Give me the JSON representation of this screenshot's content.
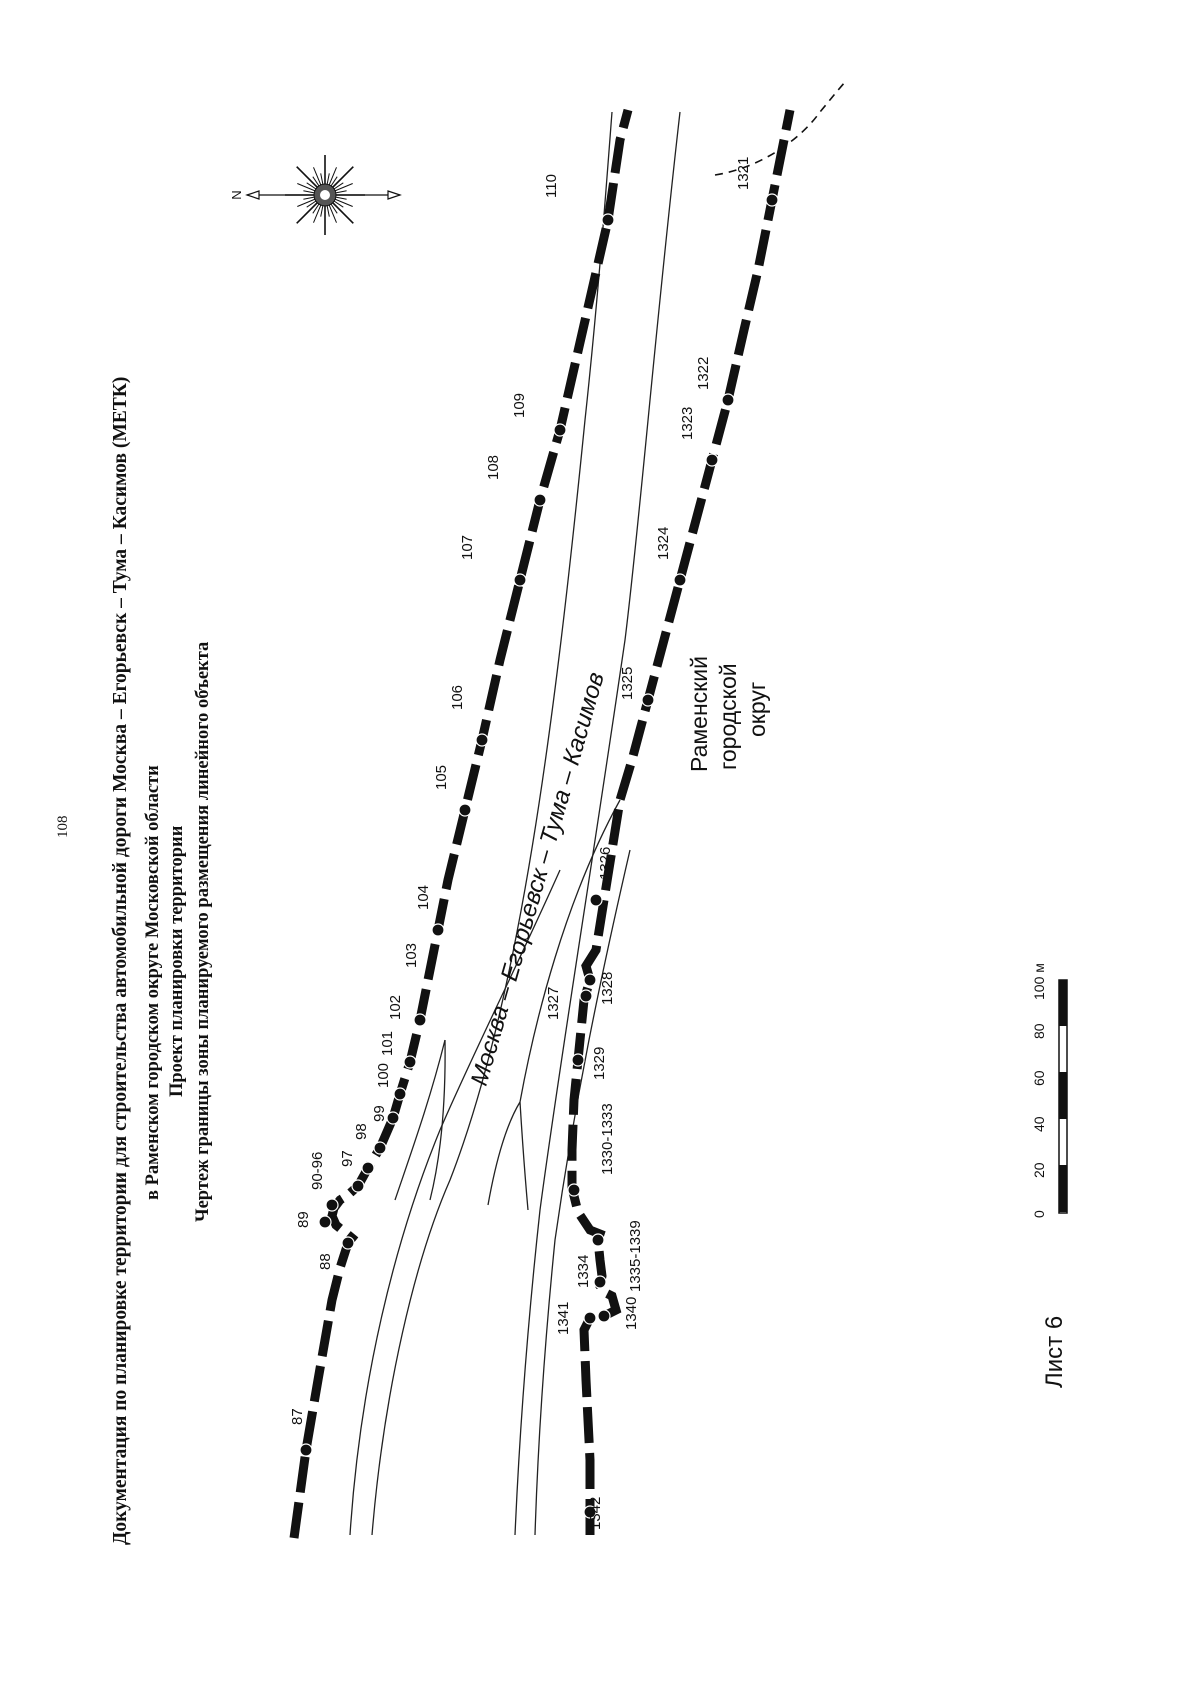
{
  "page": {
    "number": "108",
    "sheet_label": "Лист 6"
  },
  "header": {
    "line1": "Документация по планировке территории для строительства автомобильной дороги Москва – Егорьевск – Тума – Касимов (МЕТК)",
    "line2": "в Раменском городском округе Московской области",
    "line3": "Проект планировки территории",
    "line4": "Чертеж границы зоны планируемого размещения линейного объекта"
  },
  "map": {
    "road_name": "Москва – Егорьевск – Тума – Касимов",
    "district": [
      "Раменский",
      "городской",
      "округ"
    ],
    "north_label": "N",
    "upper_boundary_points": [
      "87",
      "88",
      "89",
      "90-96",
      "97",
      "98",
      "99",
      "100",
      "101",
      "102",
      "103",
      "104",
      "105",
      "106",
      "107",
      "108",
      "109",
      "110"
    ],
    "lower_boundary_points": [
      "1321",
      "1322",
      "1323",
      "1324",
      "1325",
      "1326",
      "1327",
      "1328",
      "1329",
      "1330-1333",
      "1334",
      "1335-1339",
      "1340",
      "1341",
      "1342"
    ]
  },
  "scale_bar": {
    "ticks": [
      "0",
      "20",
      "40",
      "60",
      "80",
      "100 м"
    ]
  },
  "colors": {
    "ink": "#111111",
    "paper": "#ffffff"
  }
}
